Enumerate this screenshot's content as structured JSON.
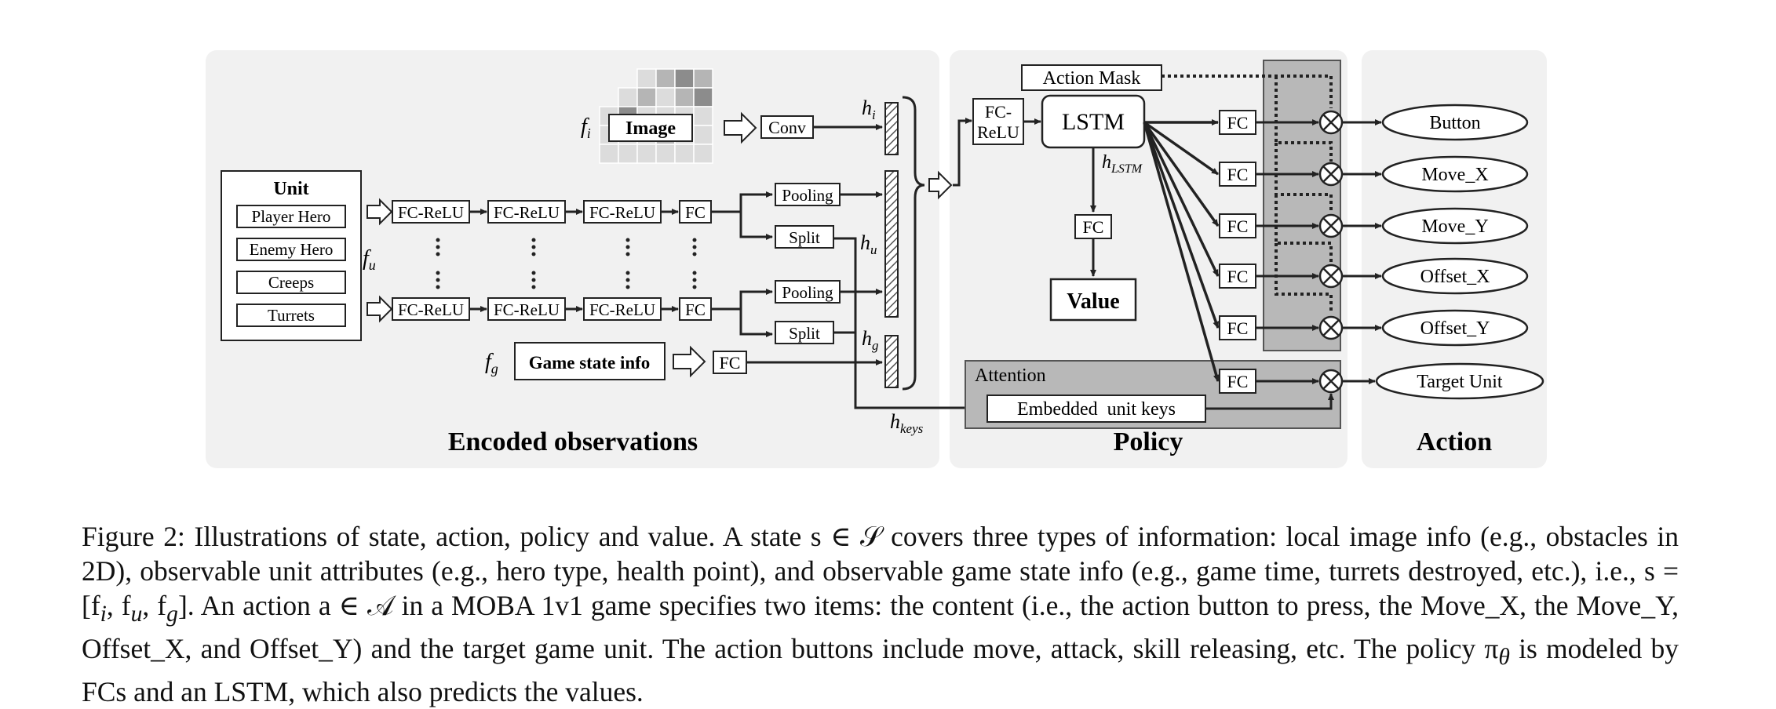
{
  "figure": {
    "panels": {
      "encoded_title": "Encoded observations",
      "policy_title": "Policy",
      "action_title": "Action"
    },
    "unit_box": {
      "title": "Unit",
      "items": [
        "Player Hero",
        "Enemy Hero",
        "Creeps",
        "Turrets"
      ]
    },
    "image_block": {
      "label": "Image",
      "conv": "Conv"
    },
    "game_state_block": {
      "label": "Game state info",
      "fc": "FC"
    },
    "fc_relu_label": "FC-ReLU",
    "fc_label": "FC",
    "pooling_label": "Pooling",
    "split_label": "Split",
    "fc_relu_policy": [
      "FC-",
      "ReLU"
    ],
    "lstm_label": "LSTM",
    "action_mask_label": "Action Mask",
    "value_label": "Value",
    "attention_label": "Attention",
    "embedded_keys_label": "Embedded  unit keys",
    "outputs": [
      "Button",
      "Move_X",
      "Move_Y",
      "Offset_X",
      "Offset_Y",
      "Target Unit"
    ],
    "vars": {
      "fi": "f",
      "fi_sub": "i",
      "fu": "f",
      "fu_sub": "u",
      "fg": "f",
      "fg_sub": "g",
      "hi": "h",
      "hi_sub": "i",
      "hu": "h",
      "hu_sub": "u",
      "hg": "h",
      "hg_sub": "g",
      "hlstm": "h",
      "hlstm_sub": "LSTM",
      "hkeys": "h",
      "hkeys_sub": "keys"
    },
    "colors": {
      "panel_bg": "#f1f1f1",
      "mask_bg": "#b8b8b8",
      "attention_bg": "#b8b8b8",
      "grid_dark": "#8c8c8c",
      "grid_mid": "#b5b5b5",
      "grid_light": "#dcdcdc"
    }
  },
  "caption": {
    "line1": "Figure 2: Illustrations of state, action, policy and value. A state s ∈ 𝒮 covers three types of information: local image info (e.g., obstacles in 2D), observable unit attributes (e.g., hero type, health point), and observable game state info (e.g., game time, turrets destroyed, etc.), i.e., s = [f",
    "sub_i": "i",
    "sep1": ", f",
    "sub_u": "u",
    "sep2": ", f",
    "sub_g": "g",
    "line2": "]. An action a ∈ 𝒜 in a MOBA 1v1 game specifies two items: the content (i.e., the action button to press, the Move_X, the Move_Y, Offset_X, and Offset_Y) and the target game unit. The action buttons include move, attack, skill releasing, etc. The policy π",
    "sub_theta": "θ",
    "line3": " is modeled by FCs and an LSTM, which also predicts the values."
  }
}
